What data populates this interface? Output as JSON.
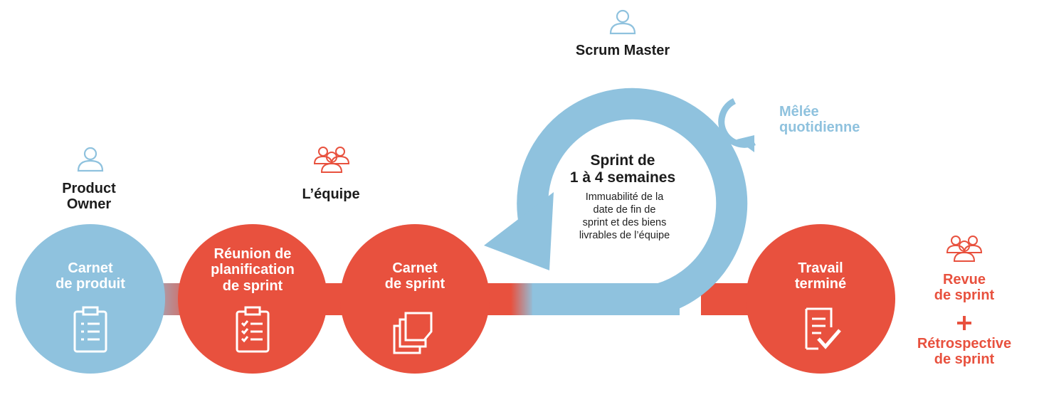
{
  "colors": {
    "blue": "#8fc2de",
    "red": "#e8513e",
    "dark": "#1c1c1c",
    "white": "#ffffff"
  },
  "roles": {
    "scrum_master": {
      "label": "Scrum Master",
      "icon": "person-icon"
    },
    "product_owner": {
      "label_line1": "Product",
      "label_line2": "Owner",
      "icon": "person-icon"
    },
    "team": {
      "label": "L’équipe",
      "icon": "group-icon"
    }
  },
  "steps": {
    "product_backlog": {
      "line1": "Carnet",
      "line2": "de produit",
      "icon": "clipboard-list-icon"
    },
    "planning": {
      "line1": "Réunion de",
      "line2": "planification",
      "line3": "de sprint",
      "icon": "clipboard-checklist-icon"
    },
    "sprint_backlog": {
      "line1": "Carnet",
      "line2": "de sprint",
      "icon": "stacked-documents-icon"
    },
    "done": {
      "line1": "Travail",
      "line2": "terminé",
      "icon": "document-check-icon"
    }
  },
  "sprint": {
    "title_line1": "Sprint de",
    "title_line2": "1 à 4 semaines",
    "note_line1": "Immuabilité de la",
    "note_line2": "date de fin de",
    "note_line3": "sprint et des biens",
    "note_line4": "livrables de l’équipe"
  },
  "daily": {
    "line1": "Mêlée",
    "line2": "quotidienne",
    "icon": "cycle-arrow-icon"
  },
  "review": {
    "line1": "Revue",
    "line2": "de sprint",
    "plus": "+",
    "line3": "Rétrospective",
    "line4": "de sprint",
    "icon": "group-icon"
  }
}
